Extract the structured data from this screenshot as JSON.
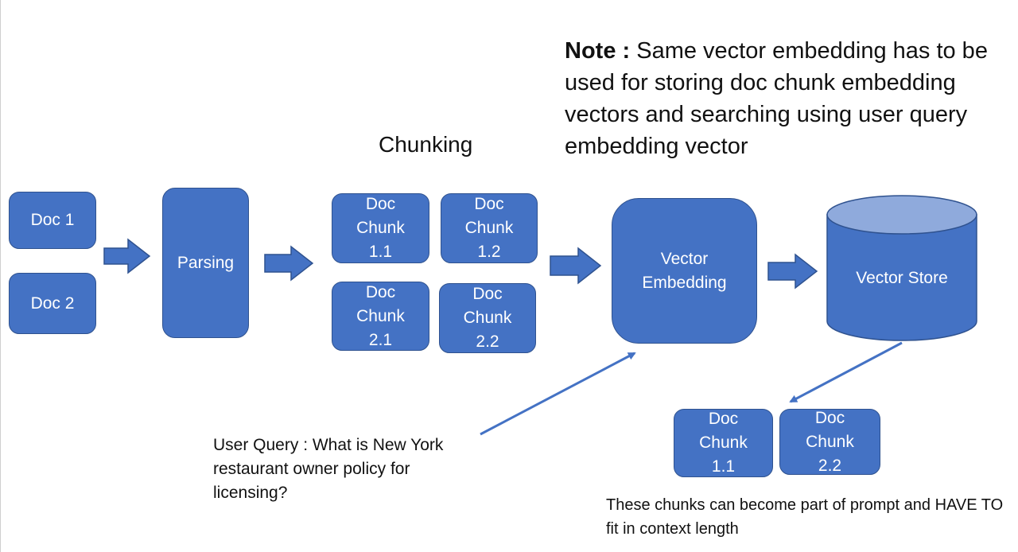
{
  "note": {
    "bold": "Note :",
    "text": " Same vector embedding has to be used for storing doc chunk embedding vectors and searching using user query embedding vector"
  },
  "chunking_title": "Chunking",
  "docs": [
    "Doc 1",
    "Doc 2"
  ],
  "parsing": "Parsing",
  "chunks": {
    "c11": "Doc\nChunk\n1.1",
    "c12": "Doc\nChunk\n1.2",
    "c21": "Doc\nChunk\n2.1",
    "c22": "Doc\nChunk\n2.2"
  },
  "vector_embedding": "Vector\nEmbedding",
  "vector_store": "Vector Store",
  "results": {
    "r11": "Doc\nChunk\n1.1",
    "r22": "Doc\nChunk\n2.2"
  },
  "user_query": "User Query : What is New York restaurant owner policy for licensing?",
  "context_note": "These chunks can become part of prompt and HAVE TO fit in context length",
  "colors": {
    "box_fill": "#4472c4",
    "box_border": "#2f528f",
    "cylinder_top": "#8faadc"
  }
}
